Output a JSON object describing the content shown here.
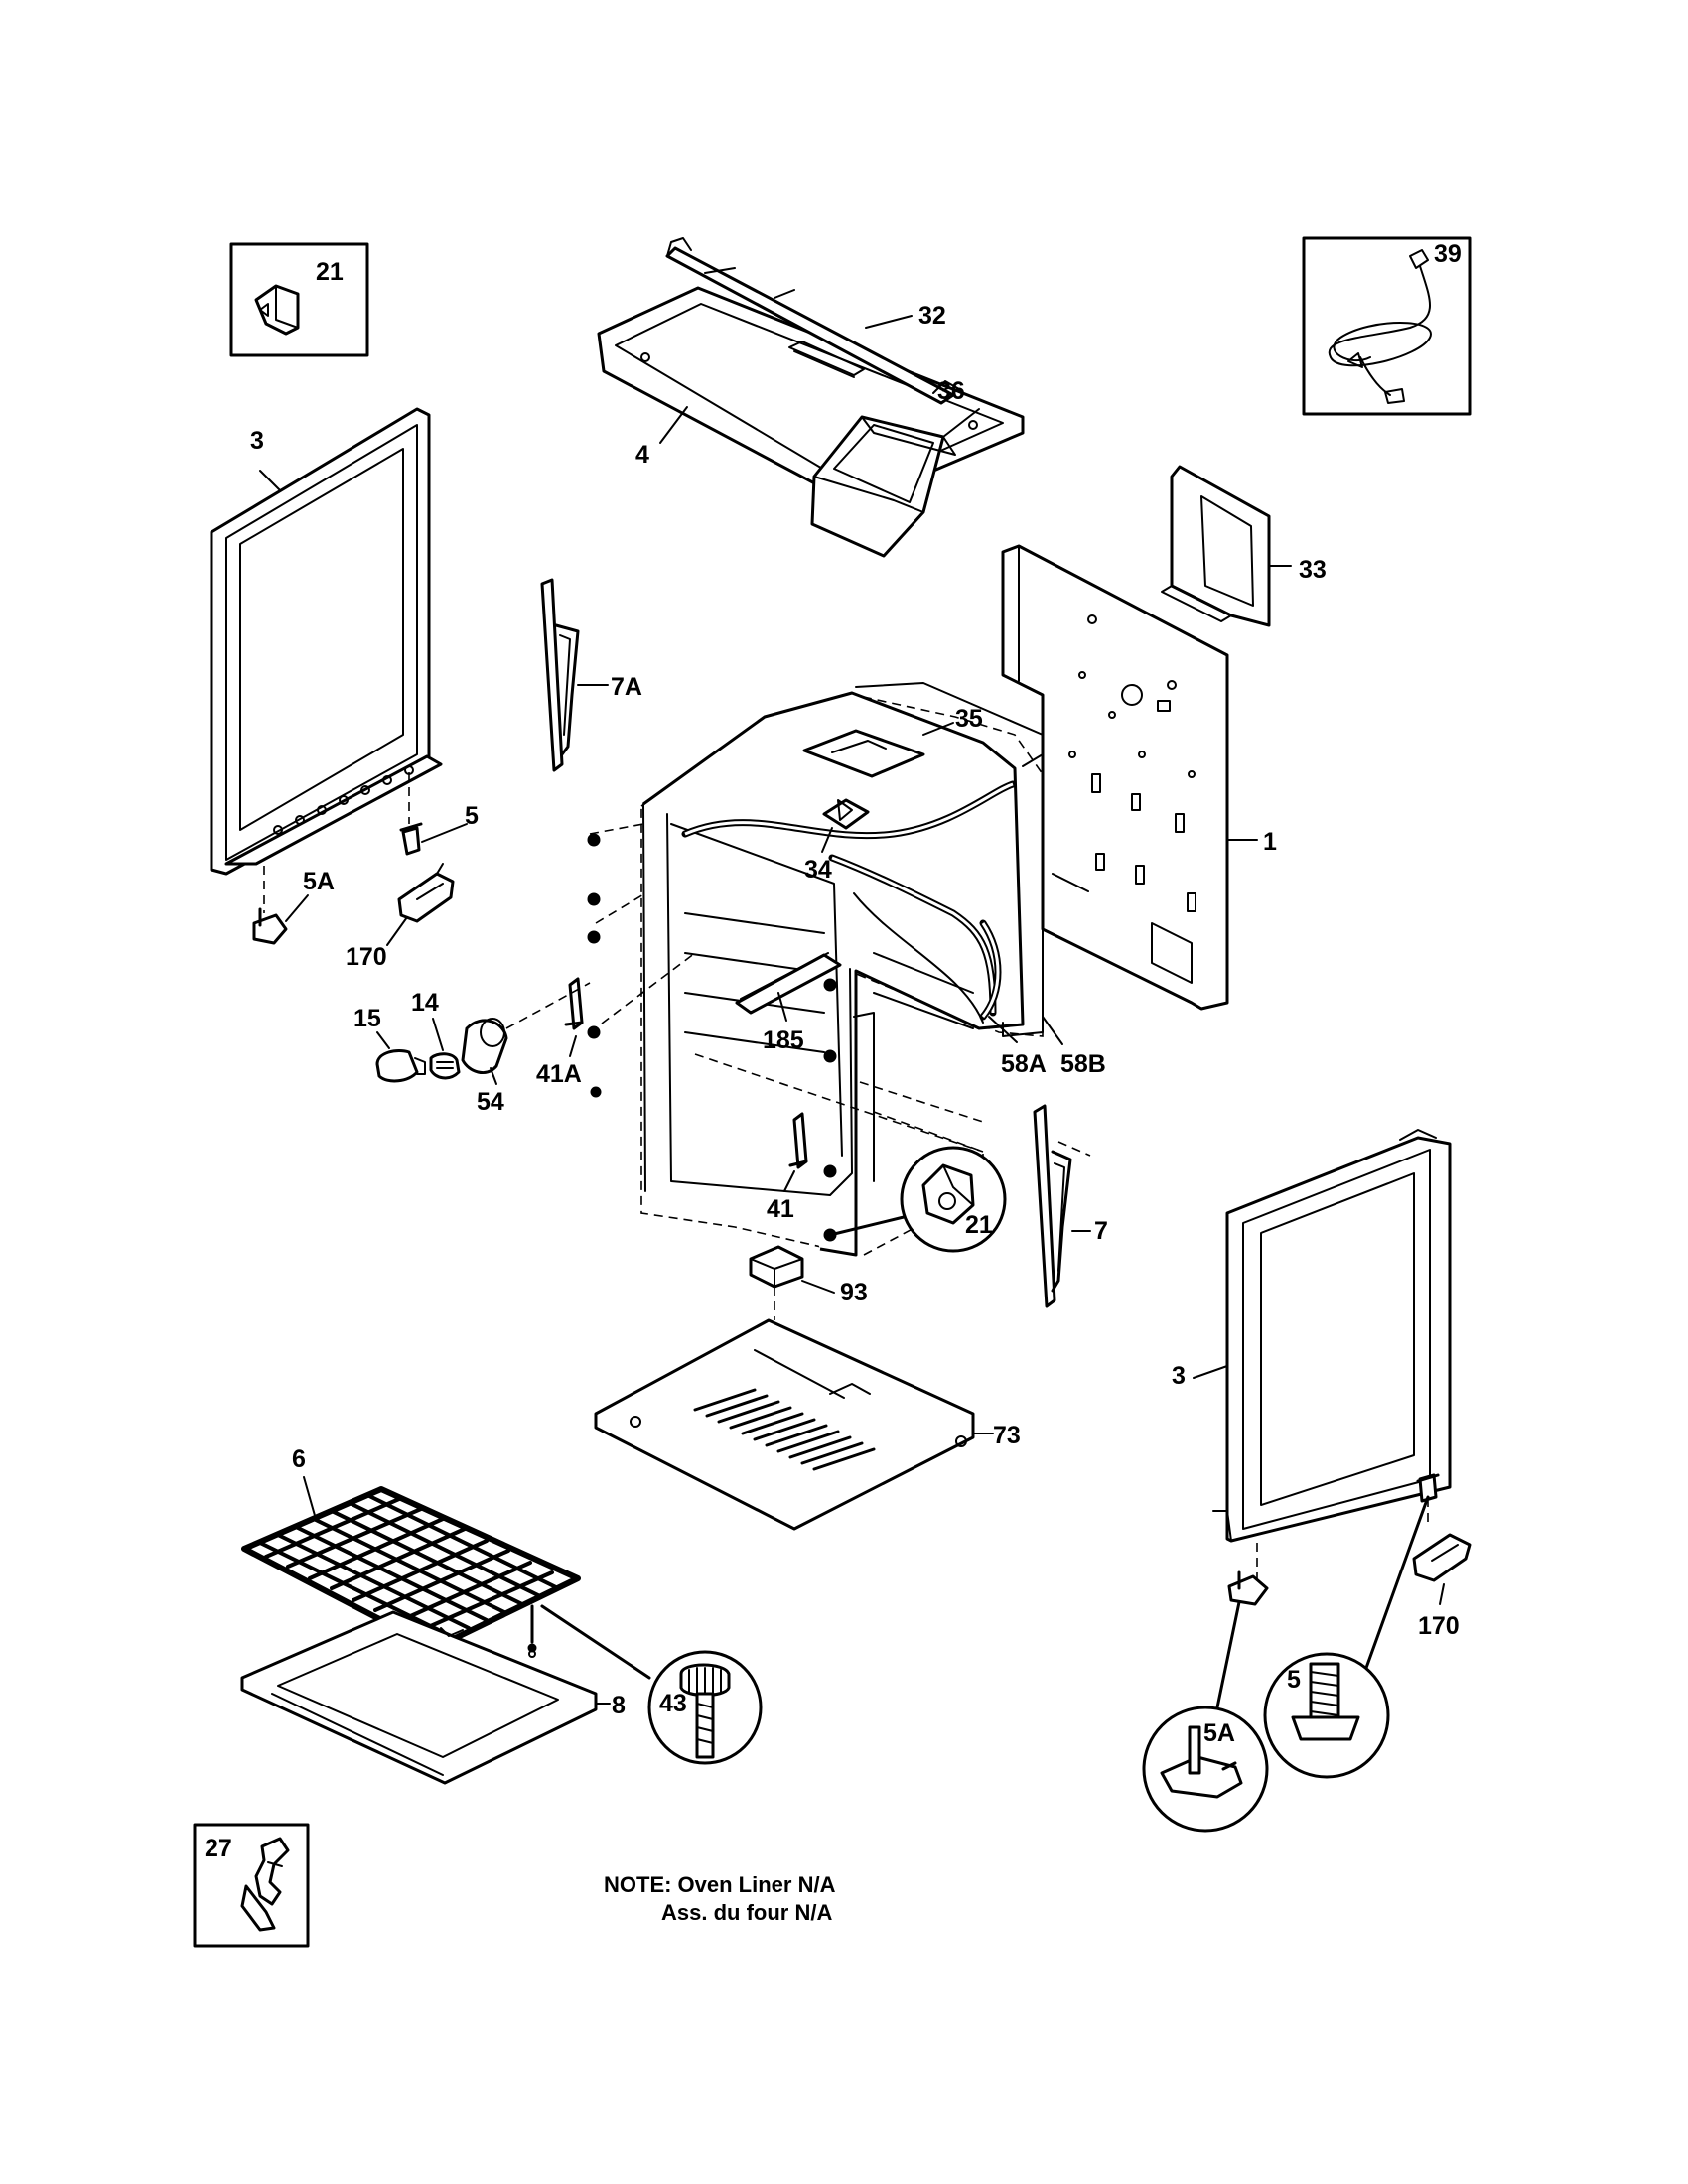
{
  "labels": {
    "p21_box": "21",
    "p32": "32",
    "p4": "4",
    "p39": "39",
    "p3_left": "3",
    "p36": "36",
    "p33": "33",
    "p7a": "7A",
    "p35": "35",
    "p1": "1",
    "p5_left": "5",
    "p34": "34",
    "p5a_left": "5A",
    "p170_left": "170",
    "p14": "14",
    "p15": "15",
    "p54": "54",
    "p185": "185",
    "p41a": "41A",
    "p58a": "58A",
    "p58b": "58B",
    "p41": "41",
    "p21_circle": "21",
    "p7": "7",
    "p93": "93",
    "p3_right": "3",
    "p73": "73",
    "p6": "6",
    "p170_right": "170",
    "p8": "8",
    "p43": "43",
    "p5_circle": "5",
    "p5a_circle": "5A",
    "p27": "27"
  },
  "note": {
    "line1": "NOTE: Oven Liner N/A",
    "line2": "Ass. du four N/A"
  }
}
